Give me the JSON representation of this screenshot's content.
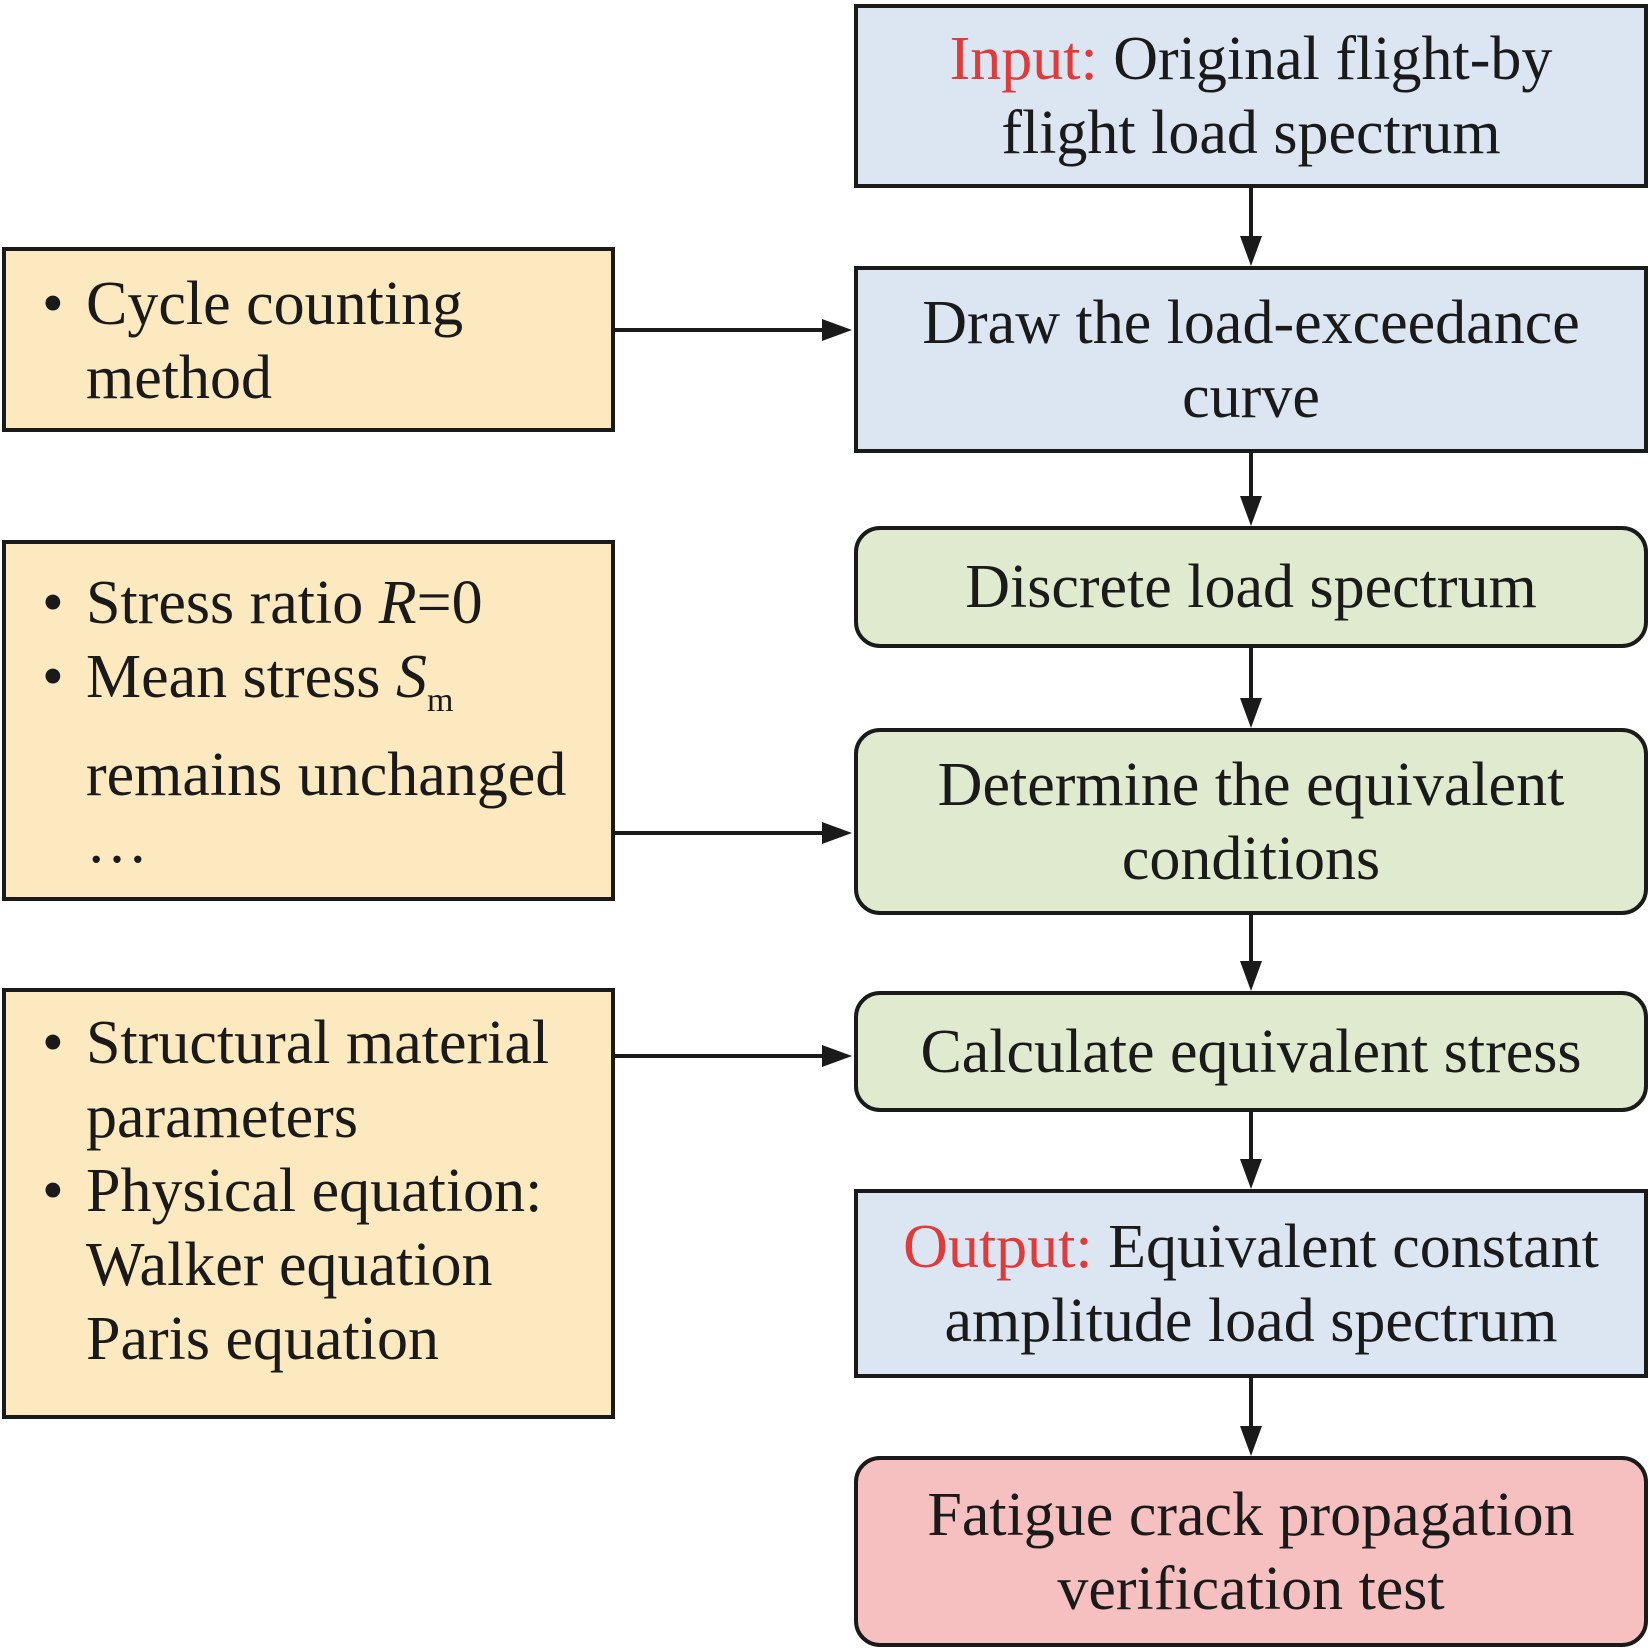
{
  "main_flow": {
    "input": {
      "label": "Input:",
      "line1": "Original flight-by",
      "line2": "flight load spectrum"
    },
    "draw_curve": {
      "line1": "Draw the load-exceedance",
      "line2": "curve"
    },
    "discrete": {
      "line1": "Discrete load spectrum"
    },
    "determine": {
      "line1": "Determine the equivalent",
      "line2": "conditions"
    },
    "calculate": {
      "line1": "Calculate equivalent stress"
    },
    "output": {
      "label": "Output:",
      "line1": "Equivalent constant",
      "line2": "amplitude load spectrum"
    },
    "test": {
      "line1": "Fatigue crack propagation",
      "line2": "verification test"
    }
  },
  "side_boxes": {
    "cycle": {
      "bullet": "•",
      "line1": "Cycle counting",
      "line2": "method"
    },
    "conditions": {
      "bullet": "•",
      "item1_text": "Stress ratio ",
      "item1_var": "R",
      "item1_val": "=0",
      "item2_text": "Mean stress ",
      "item2_var": "S",
      "item2_sub": "m",
      "item2_line2": "remains unchanged",
      "ellipsis": "…"
    },
    "material": {
      "bullet": "•",
      "item1_line1": "Structural material",
      "item1_line2": "parameters",
      "item2_line1": "Physical equation:",
      "item2_line2": "Walker equation",
      "item2_line3": "Paris equation"
    }
  },
  "colors": {
    "blue_box": "#dce6f2",
    "green_box": "#dfeacf",
    "red_box": "#f7c0c0",
    "side_box": "#fce9c0",
    "red_label": "#e03a3a"
  }
}
